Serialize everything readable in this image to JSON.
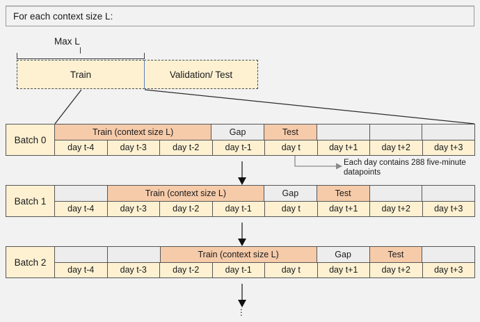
{
  "header": {
    "title": "For each context size L:"
  },
  "split": {
    "bracket_label": "Max L",
    "train_label": "Train",
    "validation_label": "Validation/ Test"
  },
  "annotation": {
    "text": "Each day contains 288 five-minute datapoints"
  },
  "colors": {
    "background": "#f2f2f2",
    "train": "#f6cbaa",
    "test": "#f6cbaa",
    "gap": "#ededed",
    "day": "#fdf1d2",
    "blank": "#ededed",
    "border": "#555555",
    "divider": "#5b7fb5"
  },
  "labels": {
    "train_header": "Train (context size L)",
    "gap_header": "Gap",
    "test_header": "Test",
    "ellipsis": "⋮"
  },
  "batches": [
    {
      "name": "Batch 0",
      "days": [
        "day t-4",
        "day t-3",
        "day t-2",
        "day t-1",
        "day t",
        "day t+1",
        "day t+2",
        "day t+3"
      ],
      "segments": [
        {
          "label": "",
          "kind": "blank",
          "span": 0
        },
        {
          "label": "Train (context size L)",
          "kind": "train",
          "span": 3
        },
        {
          "label": "Gap",
          "kind": "gap",
          "span": 1
        },
        {
          "label": "Test",
          "kind": "test",
          "span": 1
        },
        {
          "label": "",
          "kind": "blank",
          "span": 1
        },
        {
          "label": "",
          "kind": "blank",
          "span": 1
        },
        {
          "label": "",
          "kind": "blank",
          "span": 1
        }
      ]
    },
    {
      "name": "Batch 1",
      "days": [
        "day t-4",
        "day t-3",
        "day t-2",
        "day t-1",
        "day t",
        "day t+1",
        "day t+2",
        "day t+3"
      ],
      "segments": [
        {
          "label": "",
          "kind": "blank",
          "span": 1
        },
        {
          "label": "Train (context size L)",
          "kind": "train",
          "span": 3
        },
        {
          "label": "Gap",
          "kind": "gap",
          "span": 1
        },
        {
          "label": "Test",
          "kind": "test",
          "span": 1
        },
        {
          "label": "",
          "kind": "blank",
          "span": 1
        },
        {
          "label": "",
          "kind": "blank",
          "span": 1
        }
      ]
    },
    {
      "name": "Batch 2",
      "days": [
        "day t-4",
        "day t-3",
        "day t-2",
        "day t-1",
        "day t",
        "day t+1",
        "day t+2",
        "day t+3"
      ],
      "segments": [
        {
          "label": "",
          "kind": "blank",
          "span": 1
        },
        {
          "label": "",
          "kind": "blank",
          "span": 1
        },
        {
          "label": "Train (context size L)",
          "kind": "train",
          "span": 3
        },
        {
          "label": "Gap",
          "kind": "gap",
          "span": 1
        },
        {
          "label": "Test",
          "kind": "test",
          "span": 1
        },
        {
          "label": "",
          "kind": "blank",
          "span": 1
        }
      ]
    }
  ]
}
